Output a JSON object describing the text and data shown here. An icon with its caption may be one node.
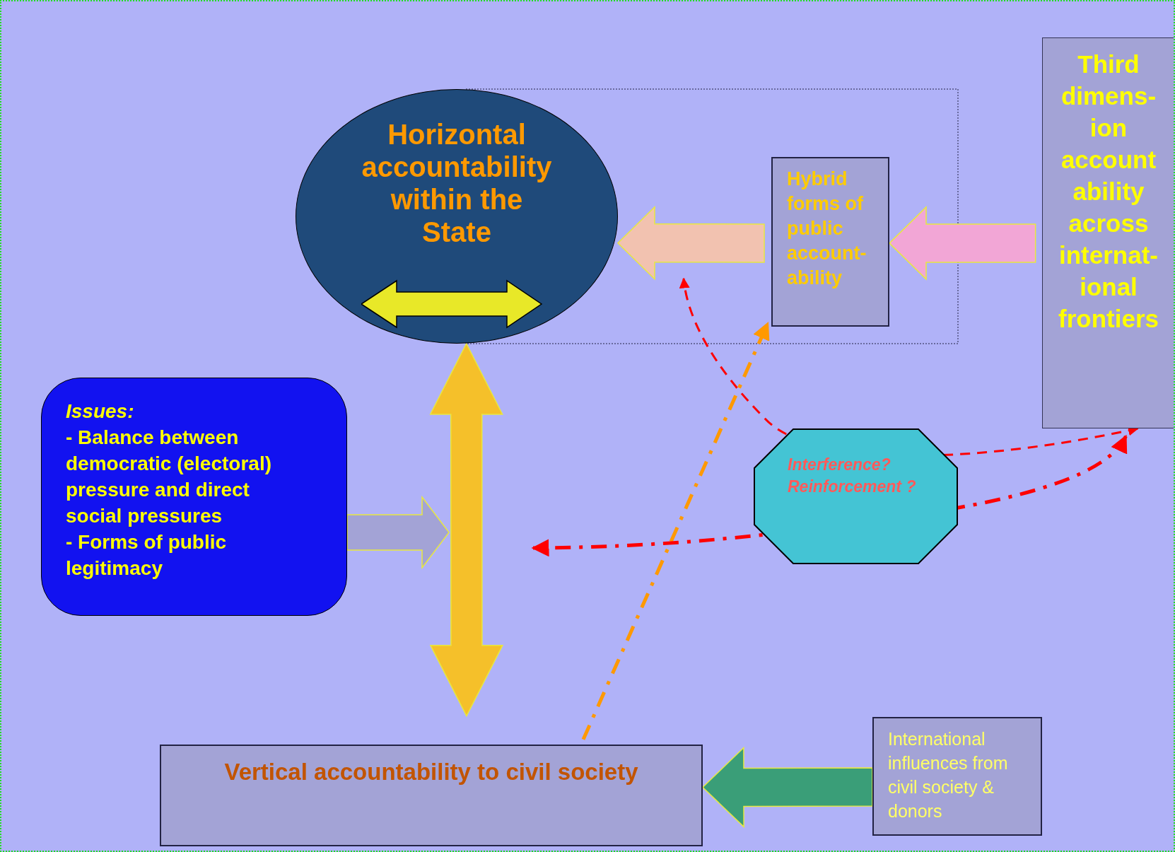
{
  "diagram": {
    "nodes": [
      {
        "text": [
          "Horizontal accountability within the State"
        ]
      },
      {
        "text": [
          "Hybrid forms of public account- ability"
        ]
      },
      {
        "text": [
          "Third dimens- ion account ability across internat- ional frontiers"
        ]
      },
      {
        "text": [
          "Issues:",
          "- Balance between democratic (electoral) pressure and direct social pressures",
          "- Forms of public legitimacy"
        ]
      },
      {
        "text": [
          "Interference? Reinforcement ?"
        ]
      },
      {
        "text": [
          "Vertical accountability to civil society"
        ]
      },
      {
        "text": [
          "International influences from civil society & donors"
        ]
      }
    ],
    "edges": [
      {
        "from": 0,
        "to": 5,
        "arrow": "both",
        "style": "thick",
        "color": "#f5c02a"
      },
      {
        "from": 1,
        "to": 0,
        "arrow": "to",
        "style": "thick",
        "color": "#f2c2b0"
      },
      {
        "from": 2,
        "to": 1,
        "arrow": "to",
        "style": "thick",
        "color": "#f2a6d6"
      },
      {
        "from": 6,
        "to": 5,
        "arrow": "to",
        "style": "thick",
        "color": "#3a9e78"
      },
      {
        "from": 3,
        "to": null,
        "arrow": "to",
        "style": "thick",
        "color": "#a3a3d6"
      },
      {
        "from": 5,
        "to": 1,
        "arrow": "to",
        "style": "dashed",
        "color": "#ff9900"
      },
      {
        "from": 2,
        "to": null,
        "arrow": "both",
        "style": "dashed",
        "color": "#ff0000"
      },
      {
        "from": 2,
        "to": null,
        "arrow": "both",
        "style": "dashed",
        "color": "#ff0000"
      }
    ]
  }
}
